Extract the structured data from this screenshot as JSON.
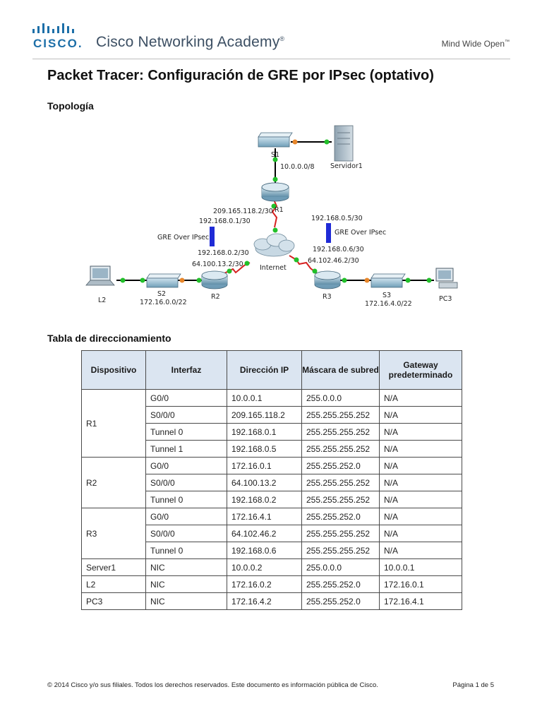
{
  "header": {
    "brand": "CISCO",
    "brand_dot": ".",
    "academy": "Cisco Networking Academy",
    "academy_mark": "®",
    "tagline": "Mind Wide Open",
    "tagline_mark": "™",
    "logo_color": "#1d6fa8"
  },
  "document": {
    "title": "Packet Tracer: Configuración de GRE por IPsec (optativo)",
    "topology_heading": "Topología",
    "addressing_heading": "Tabla de direccionamiento"
  },
  "topology": {
    "labels": {
      "s1": "S1",
      "servidor1": "Servidor1",
      "net_s1": "10.0.0.0/8",
      "r1": "R1",
      "r1_serial": "209.165.118.2/30",
      "r1_tunnel0": "192.168.0.1/30",
      "r1_tunnel1": "192.168.0.5/30",
      "gre_left": "GRE Over IPsec",
      "gre_right": "GRE Over IPsec",
      "r2_tunnel": "192.168.0.2/30",
      "r2_serial": "64.100.13.2/30",
      "r3_tunnel": "192.168.0.6/30",
      "r3_serial": "64.102.46.2/30",
      "internet": "Internet",
      "l2": "L2",
      "s2": "S2",
      "net_s2": "172.16.0.0/22",
      "r2": "R2",
      "r3": "R3",
      "s3": "S3",
      "net_s3": "172.16.4.0/22",
      "pc3": "PC3"
    },
    "colors": {
      "serial_link": "#d62020",
      "link_up": "#22c02a",
      "link_amber": "#e8862a",
      "gre_bar": "#1f2bd6"
    }
  },
  "table": {
    "headers": [
      "Dispositivo",
      "Interfaz",
      "Dirección IP",
      "Máscara de subred",
      "Gateway predeterminado"
    ],
    "groups": [
      {
        "device": "R1",
        "rows": [
          [
            "G0/0",
            "10.0.0.1",
            "255.0.0.0",
            "N/A"
          ],
          [
            "S0/0/0",
            "209.165.118.2",
            "255.255.255.252",
            "N/A"
          ],
          [
            "Tunnel 0",
            "192.168.0.1",
            "255.255.255.252",
            "N/A"
          ],
          [
            "Tunnel 1",
            "192.168.0.5",
            "255.255.255.252",
            "N/A"
          ]
        ]
      },
      {
        "device": "R2",
        "rows": [
          [
            "G0/0",
            "172.16.0.1",
            "255.255.252.0",
            "N/A"
          ],
          [
            "S0/0/0",
            "64.100.13.2",
            "255.255.255.252",
            "N/A"
          ],
          [
            "Tunnel 0",
            "192.168.0.2",
            "255.255.255.252",
            "N/A"
          ]
        ]
      },
      {
        "device": "R3",
        "rows": [
          [
            "G0/0",
            "172.16.4.1",
            "255.255.252.0",
            "N/A"
          ],
          [
            "S0/0/0",
            "64.102.46.2",
            "255.255.255.252",
            "N/A"
          ],
          [
            "Tunnel 0",
            "192.168.0.6",
            "255.255.255.252",
            "N/A"
          ]
        ]
      },
      {
        "device": "Server1",
        "rows": [
          [
            "NIC",
            "10.0.0.2",
            "255.0.0.0",
            "10.0.0.1"
          ]
        ]
      },
      {
        "device": "L2",
        "rows": [
          [
            "NIC",
            "172.16.0.2",
            "255.255.252.0",
            "172.16.0.1"
          ]
        ]
      },
      {
        "device": "PC3",
        "rows": [
          [
            "NIC",
            "172.16.4.2",
            "255.255.252.0",
            "172.16.4.1"
          ]
        ]
      }
    ]
  },
  "footer": {
    "left": "© 2014 Cisco y/o sus filiales. Todos los derechos reservados. Este documento es información pública de Cisco.",
    "right": "Página 1 de 5"
  }
}
